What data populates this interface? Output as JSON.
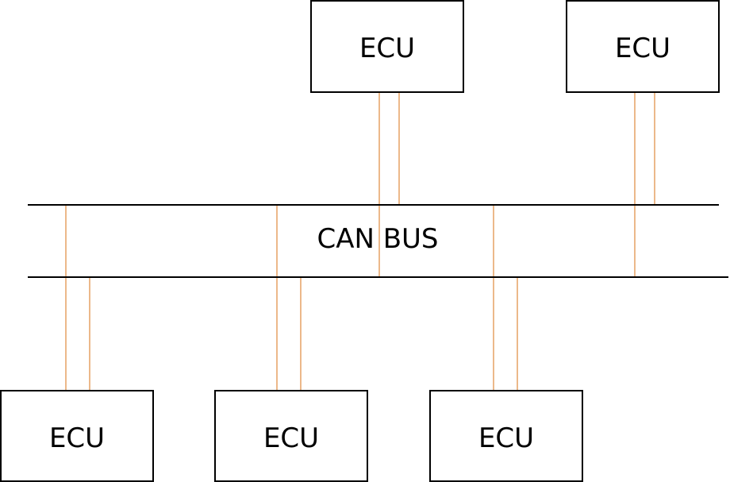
{
  "diagram": {
    "bus_label": "CAN BUS",
    "nodes": [
      {
        "label": "ECU"
      },
      {
        "label": "ECU"
      },
      {
        "label": "ECU"
      },
      {
        "label": "ECU"
      },
      {
        "label": "ECU"
      }
    ]
  },
  "colors": {
    "wire": "#e08a3c",
    "bus": "#000000",
    "box_border": "#000000",
    "background": "#ffffff"
  }
}
